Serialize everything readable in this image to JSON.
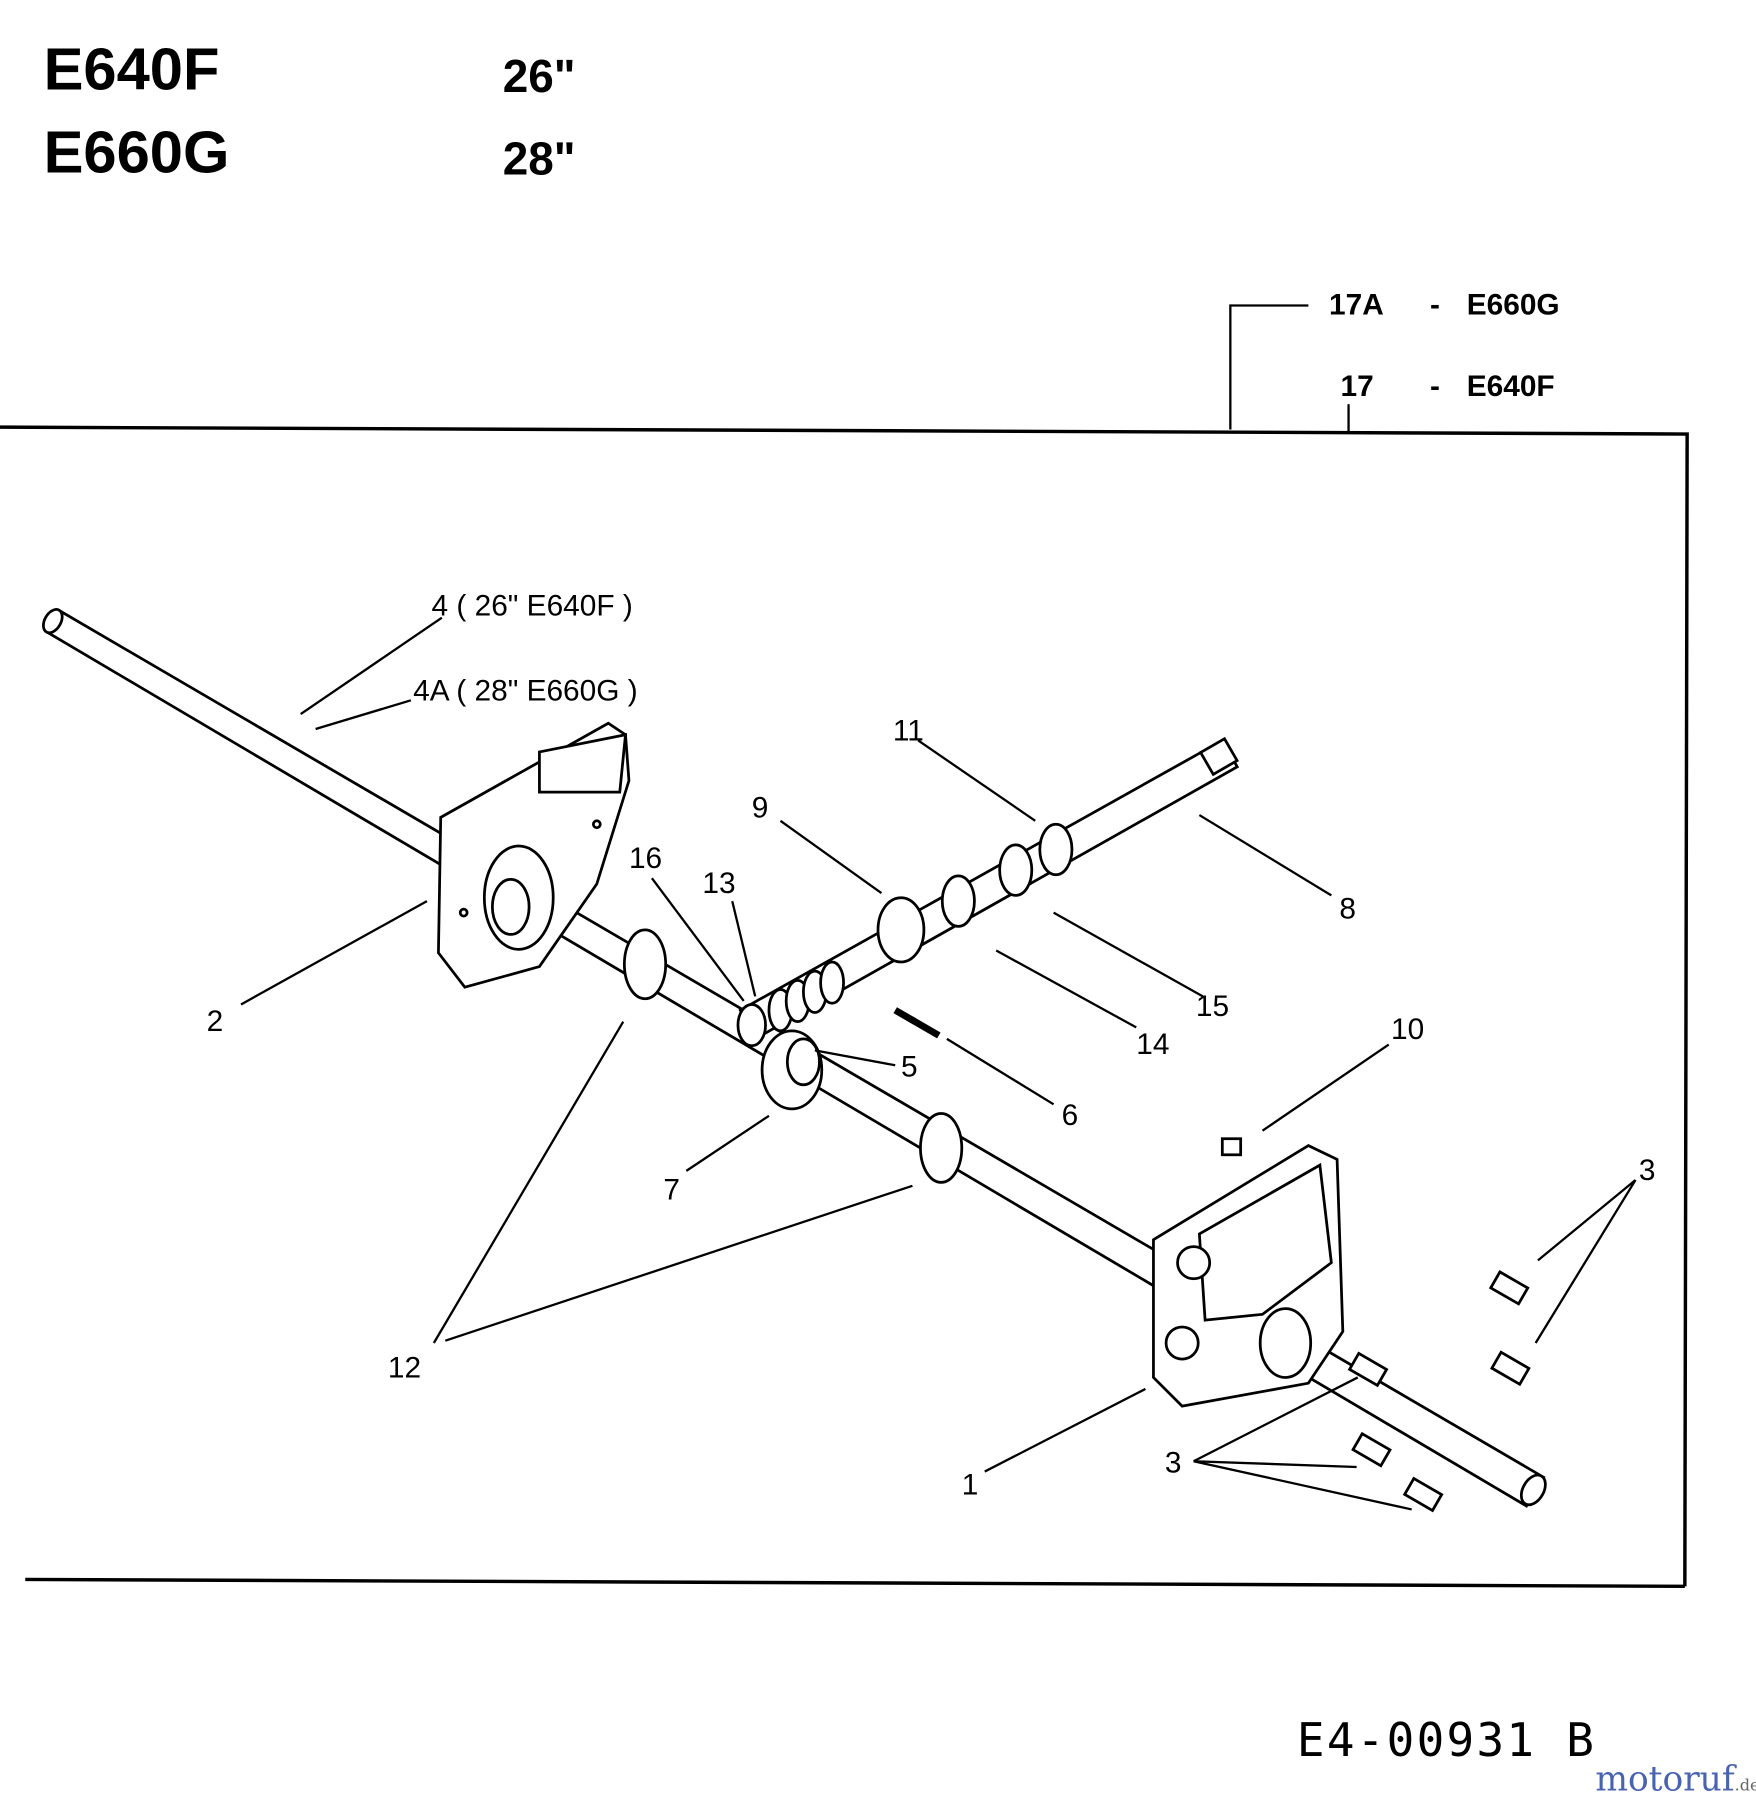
{
  "header": {
    "models": [
      {
        "model": "E640F",
        "size": "26\""
      },
      {
        "model": "E660G",
        "size": "28\""
      }
    ]
  },
  "variants": [
    {
      "ref": "17A",
      "dash": "-",
      "model": "E660G"
    },
    {
      "ref": "17",
      "dash": "-",
      "model": "E640F"
    }
  ],
  "callouts": {
    "c1": "1",
    "c2": "2",
    "c3a": "3",
    "c3b": "3",
    "c4": "4  ( 26\" E640F )",
    "c4a": "4A ( 28\" E660G )",
    "c5": "5",
    "c6": "6",
    "c7": "7",
    "c8": "8",
    "c9": "9",
    "c10": "10",
    "c11": "11",
    "c12": "12",
    "c13": "13",
    "c14": "14",
    "c15": "15",
    "c16": "16"
  },
  "drawing_number": "E4-00931 B",
  "watermark": {
    "text": "motoruf",
    "suffix": ".de"
  }
}
